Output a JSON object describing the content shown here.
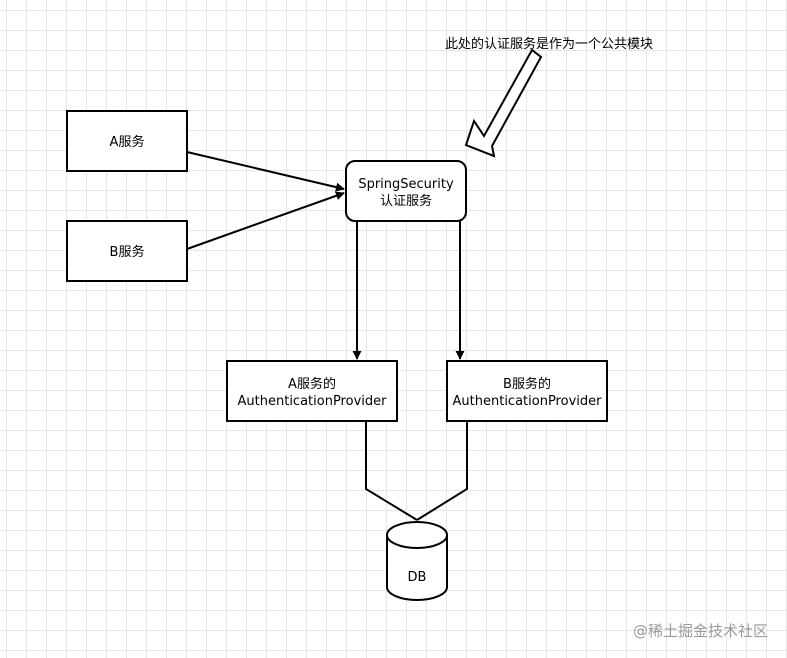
{
  "annotation": {
    "text": "此处的认证服务是作为一个公共模块"
  },
  "nodes": {
    "service_a": {
      "label": "A服务"
    },
    "service_b": {
      "label": "B服务"
    },
    "spring_security": {
      "line1": "SpringSecurity",
      "line2": "认证服务"
    },
    "provider_a": {
      "line1": "A服务的",
      "line2": "AuthenticationProvider"
    },
    "provider_b": {
      "line1": "B服务的",
      "line2": "AuthenticationProvider"
    },
    "database": {
      "label": "DB"
    }
  },
  "watermark": {
    "text": "@稀土掘金技术社区"
  },
  "colors": {
    "stroke": "#000000",
    "fill": "#ffffff",
    "grid": "#e6e6e6",
    "watermark": "#9a9a9a"
  }
}
